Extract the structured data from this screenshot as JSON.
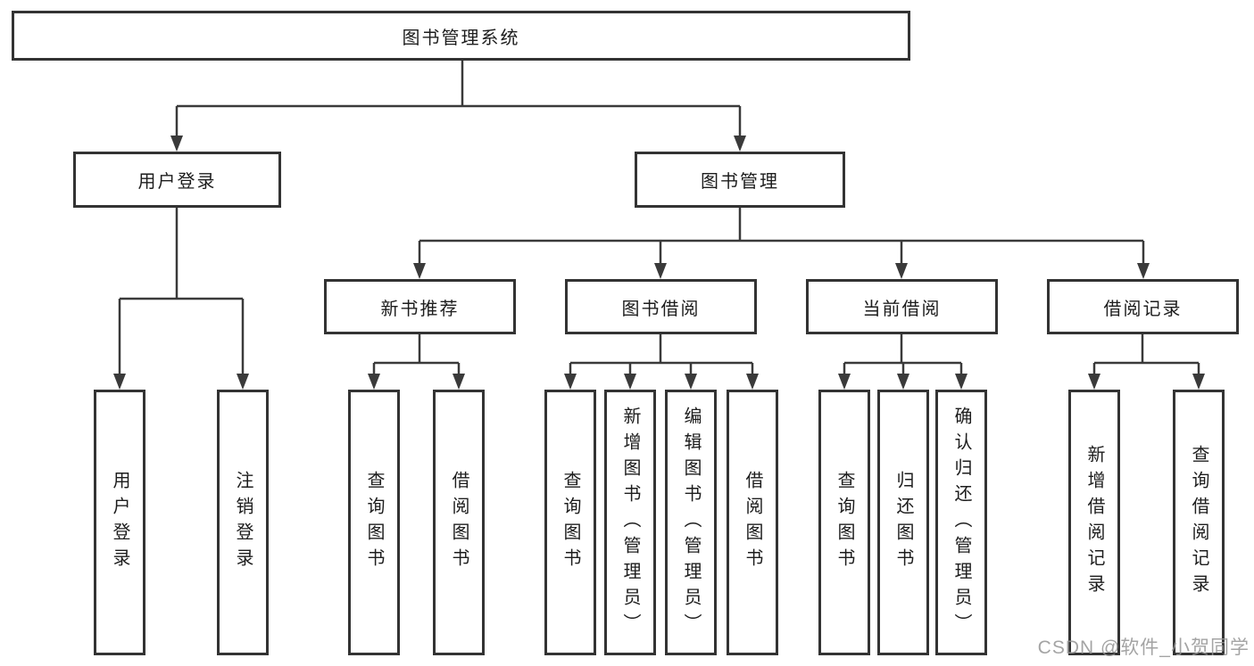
{
  "diagram": {
    "root": "图书管理系统",
    "level2": [
      {
        "label": "用户登录",
        "children": [
          {
            "label": "用户登录"
          },
          {
            "label": "注销登录"
          }
        ]
      },
      {
        "label": "图书管理",
        "children": [
          {
            "label": "新书推荐",
            "children": [
              {
                "label": "查询图书"
              },
              {
                "label": "借阅图书"
              }
            ]
          },
          {
            "label": "图书借阅",
            "children": [
              {
                "label": "查询图书"
              },
              {
                "label": "新增图书（管理员）"
              },
              {
                "label": "编辑图书（管理员）"
              },
              {
                "label": "借阅图书"
              }
            ]
          },
          {
            "label": "当前借阅",
            "children": [
              {
                "label": "查询图书"
              },
              {
                "label": "归还图书"
              },
              {
                "label": "确认归还（管理员）"
              }
            ]
          },
          {
            "label": "借阅记录",
            "children": [
              {
                "label": "新增借阅记录"
              },
              {
                "label": "查询借阅记录"
              }
            ]
          }
        ]
      }
    ]
  },
  "watermark": {
    "text": "CSDN @软件_小贺同学"
  },
  "colors": {
    "line": "#3a3a3a",
    "box_border": "#333333",
    "text": "#1d1d1d",
    "background": "#ffffff",
    "watermark": "#949494"
  }
}
